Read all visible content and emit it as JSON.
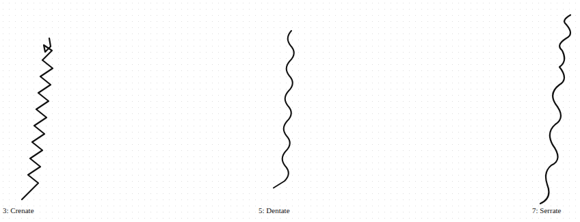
{
  "diagram": {
    "labels": [
      "3: Crenate",
      "5: Dentate",
      "7: Serrate"
    ]
  }
}
